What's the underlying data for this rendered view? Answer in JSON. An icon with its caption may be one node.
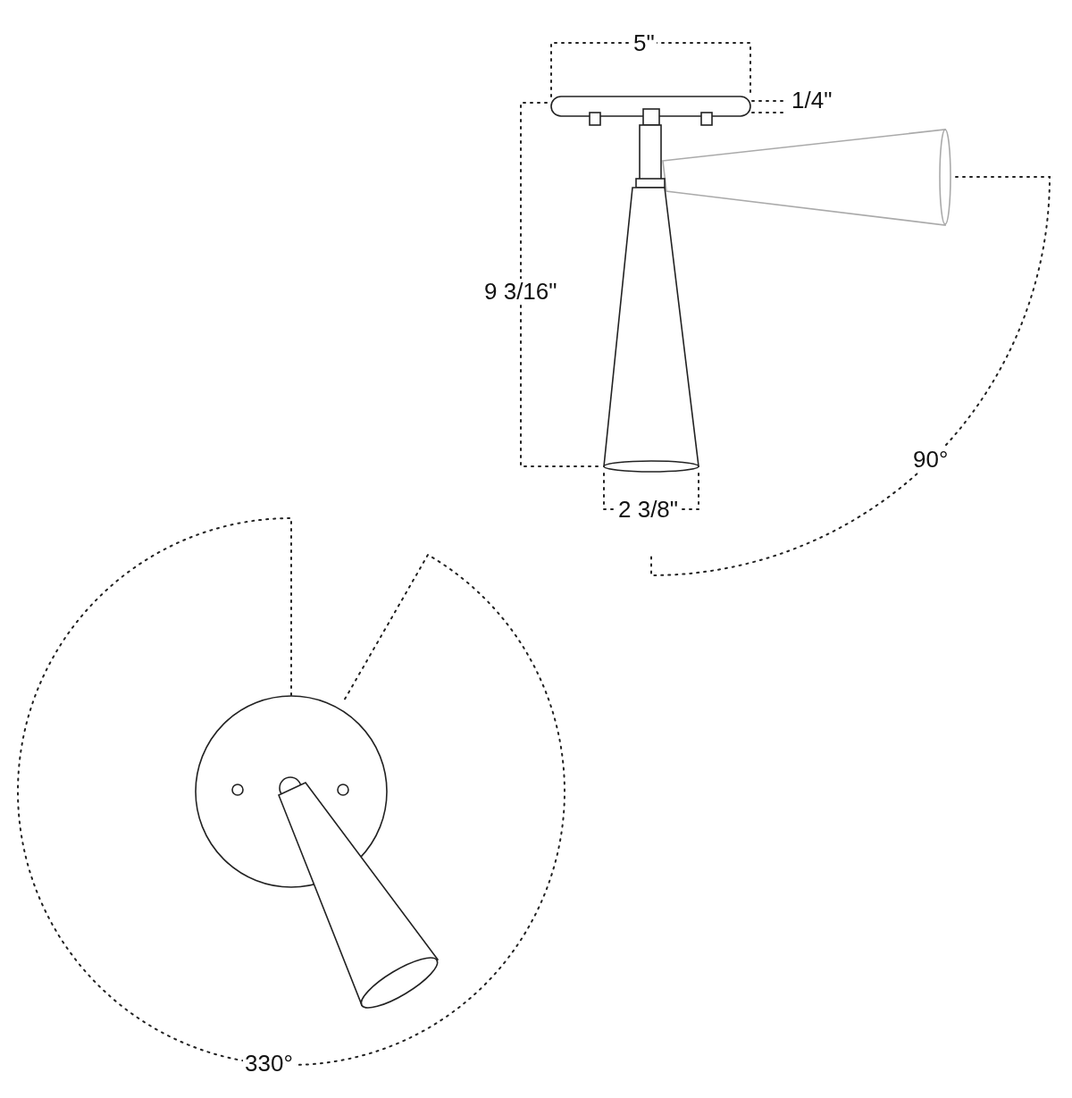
{
  "diagram": {
    "labels": [
      "5\"",
      "1/4\"",
      "9 3/16\"",
      "2 3/8\"",
      "90°",
      "330°"
    ]
  }
}
